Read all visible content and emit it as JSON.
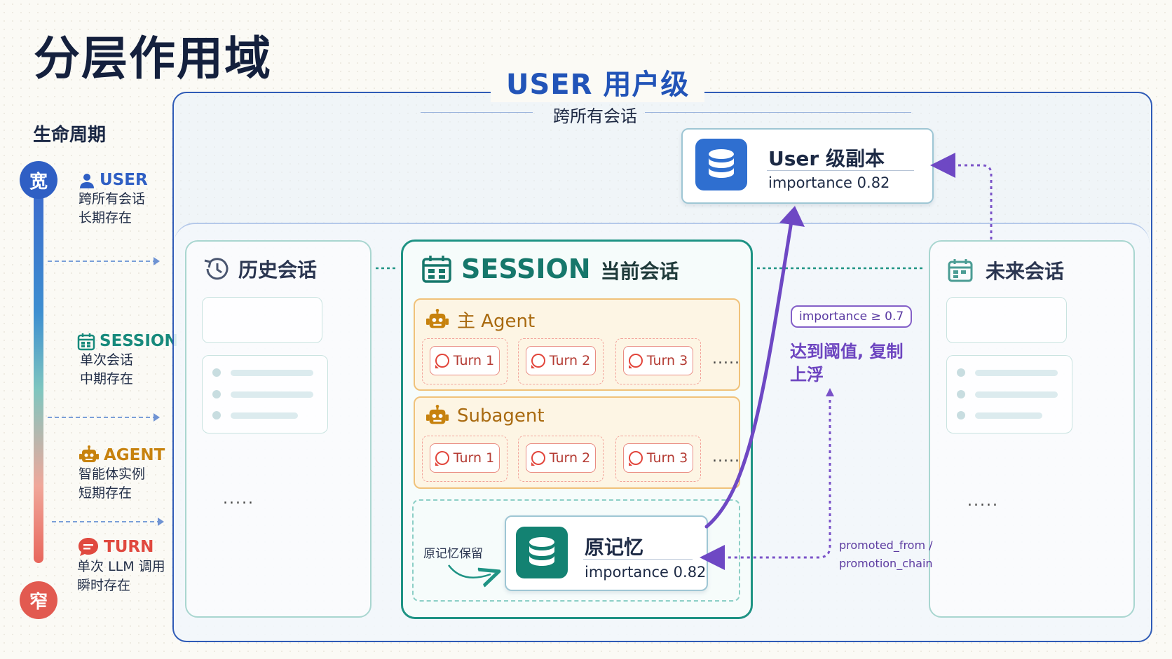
{
  "title": "分层作用域",
  "lifecycle": {
    "heading": "生命周期",
    "top_badge": "宽",
    "bottom_badge": "窄",
    "items": [
      {
        "name": "USER",
        "line1": "跨所有会话",
        "line2": "长期存在",
        "icon": "user-icon",
        "color": "#2f5fc4"
      },
      {
        "name": "SESSION",
        "line1": "单次会话",
        "line2": "中期存在",
        "icon": "calendar-icon",
        "color": "#178a7c"
      },
      {
        "name": "AGENT",
        "line1": "智能体实例",
        "line2": "短期存在",
        "icon": "robot-icon",
        "color": "#c7820e"
      },
      {
        "name": "TURN",
        "line1": "单次 LLM 调用",
        "line2": "瞬时存在",
        "icon": "chat-bubble-icon",
        "color": "#e0493f"
      }
    ]
  },
  "user_scope": {
    "title": "USER 用户级",
    "subtitle": "跨所有会话",
    "copy_card": {
      "title": "User 级副本",
      "importance": "importance 0.82"
    }
  },
  "history": {
    "title": "历史会话",
    "ellipsis": "....."
  },
  "future": {
    "title": "未来会话",
    "ellipsis": "....."
  },
  "session": {
    "title": "SESSION",
    "subtitle": "当前会话",
    "agents": [
      {
        "title": "主 Agent",
        "turns": [
          "Turn 1",
          "Turn 2",
          "Turn 3"
        ],
        "more": "....."
      },
      {
        "title": "Subagent",
        "turns": [
          "Turn 1",
          "Turn 2",
          "Turn 3"
        ],
        "more": "....."
      }
    ],
    "raw_label": "原记忆保留",
    "raw_card": {
      "title": "原记忆",
      "importance": "importance 0.82"
    }
  },
  "promotion": {
    "threshold": "importance ≥ 0.7",
    "line1": "达到阈值, 复制",
    "line2": "上浮",
    "link_line1": "promoted_from /",
    "link_line2": "promotion_chain"
  },
  "colors": {
    "user_blue": "#2f5bb7",
    "session_teal": "#1e9384",
    "agent_orange": "#f0c27a",
    "turn_red": "#e2453b",
    "promote_purple": "#6d45c0"
  }
}
